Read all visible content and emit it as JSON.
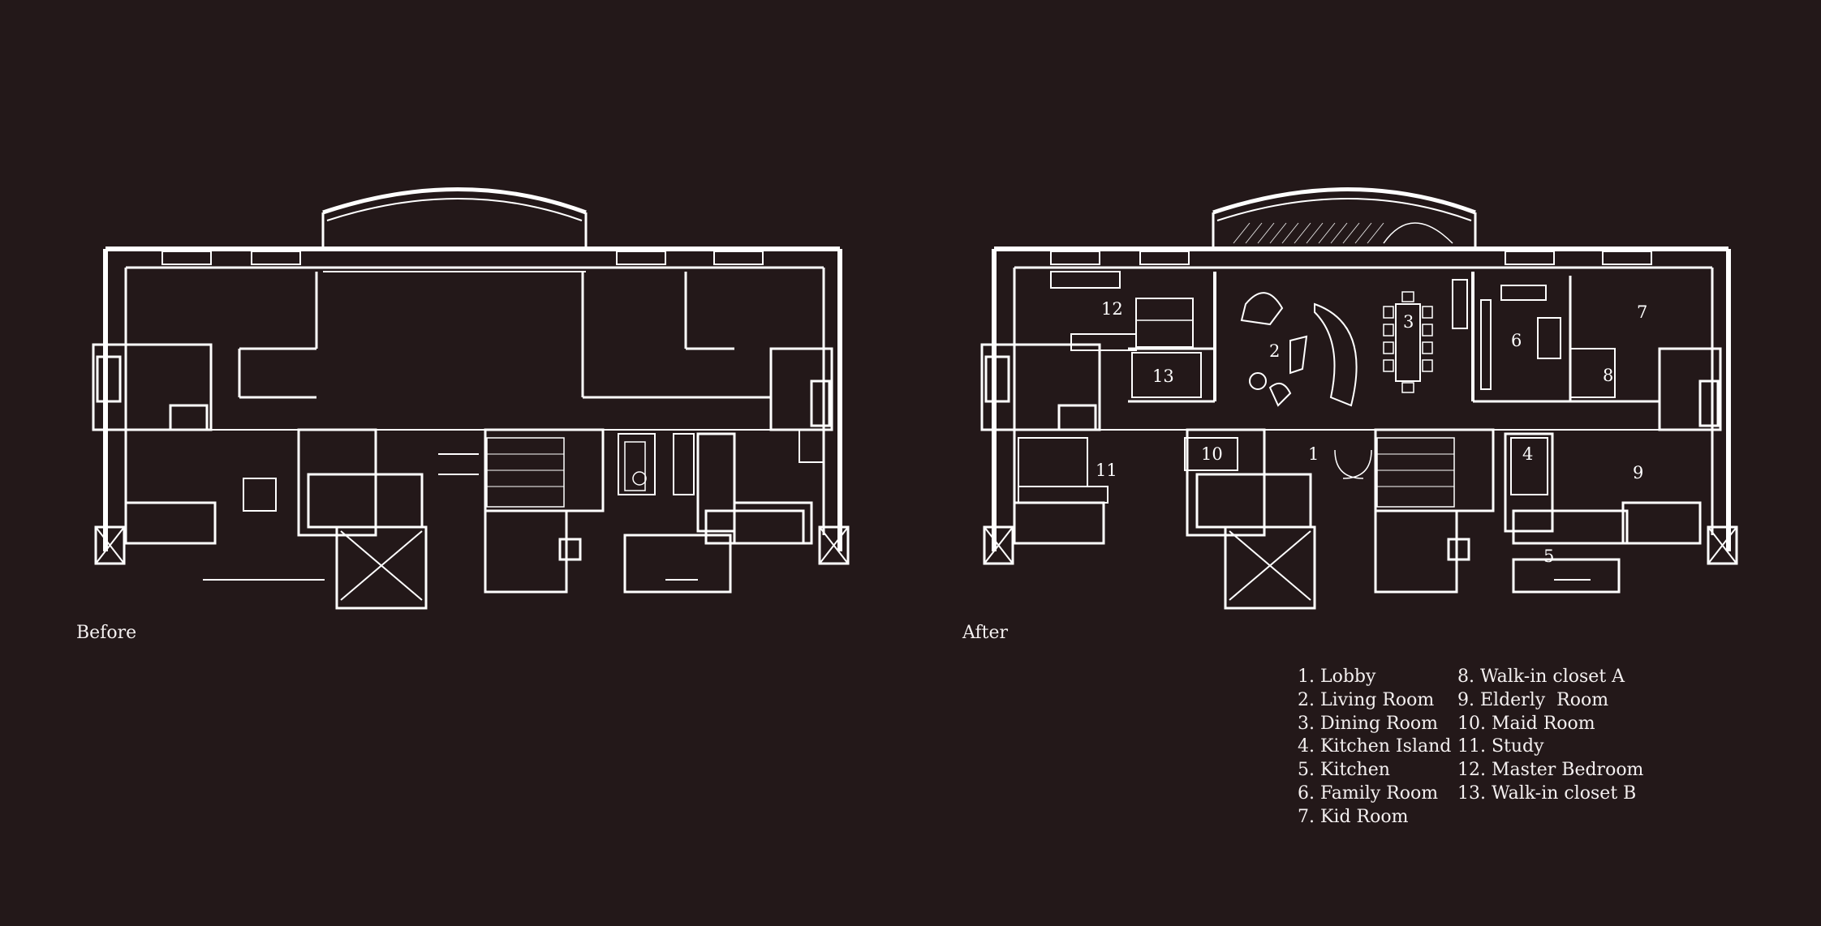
{
  "captions": {
    "before": "Before",
    "after": "After"
  },
  "room_numbers": [
    "1",
    "2",
    "3",
    "4",
    "5",
    "6",
    "7",
    "8",
    "9",
    "10",
    "11",
    "12",
    "13"
  ],
  "legend": {
    "col1": [
      "1. Lobby",
      "2. Living Room",
      "3. Dining Room",
      "4. Kitchen Island",
      "5. Kitchen",
      "6. Family Room",
      "7. Kid Room"
    ],
    "col2": [
      "8. Walk-in closet A",
      "9. Elderly  Room",
      "10. Maid Room",
      "11. Study",
      "12. Master Bedroom",
      "13. Walk-in closet B"
    ]
  },
  "colors": {
    "background": "#231819",
    "lines": "#ffffff",
    "text": "#f4f0f0"
  }
}
